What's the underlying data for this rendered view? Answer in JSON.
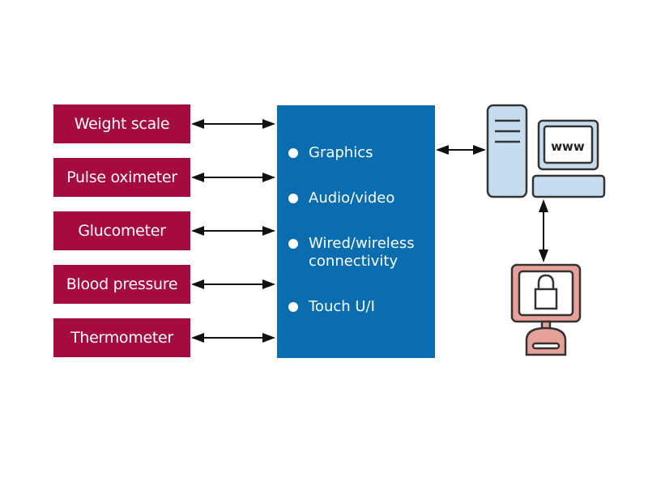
{
  "devices": [
    {
      "label": "Weight scale"
    },
    {
      "label": "Pulse oximeter"
    },
    {
      "label": "Glucometer"
    },
    {
      "label": "Blood pressure"
    },
    {
      "label": "Thermometer"
    }
  ],
  "hub": {
    "features": [
      {
        "label": "Graphics"
      },
      {
        "label": "Audio/video"
      },
      {
        "label": "Wired/wireless connectivity",
        "line1": "Wired/wireless",
        "line2": "connectivity"
      },
      {
        "label": "Touch U/I"
      }
    ]
  },
  "server": {
    "monitor_text": "www"
  },
  "secure_terminal": {
    "icon": "lock-icon"
  },
  "colors": {
    "device": "#a50b3e",
    "hub": "#0a6db0",
    "server": "#c6dcef",
    "terminal": "#e8a09b"
  }
}
